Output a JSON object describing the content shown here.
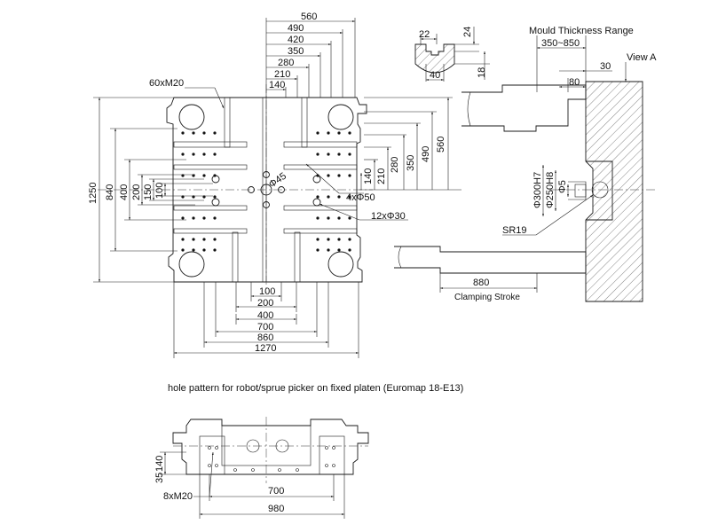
{
  "front_view": {
    "h_dims": [
      "560",
      "490",
      "420",
      "350",
      "280",
      "210",
      "140"
    ],
    "v_dims": [
      "140",
      "210",
      "280",
      "350",
      "490",
      "560"
    ],
    "left_dims": [
      "1250",
      "840",
      "400",
      "200",
      "150",
      "100"
    ],
    "bottom_dims": [
      "100",
      "200",
      "400",
      "700",
      "860",
      "1270"
    ],
    "tapped_holes": "60xM20",
    "center_hole": "Φ45",
    "holes_50": "4xΦ50",
    "holes_30": "12xΦ30"
  },
  "side_view": {
    "mould_thickness_label": "Mould Thickness Range",
    "mould_thickness_value": "350~850",
    "view_label": "View A",
    "dim_30": "30",
    "dim_80": "80",
    "dia_300": "Φ300H7",
    "dia_250": "Φ250H8",
    "dia_5": "Φ5",
    "sphere": "SR19",
    "stroke_value": "880",
    "stroke_label": "Clamping Stroke"
  },
  "slot_detail": {
    "d22": "22",
    "d24": "24",
    "d40": "40",
    "d18": "18"
  },
  "robot_view": {
    "caption": "hole pattern for robot/sprue picker on fixed platen (Euromap 18-E13)",
    "d35": "35",
    "d140": "140",
    "tapped": "8xM20",
    "d700": "700",
    "d980": "980"
  }
}
